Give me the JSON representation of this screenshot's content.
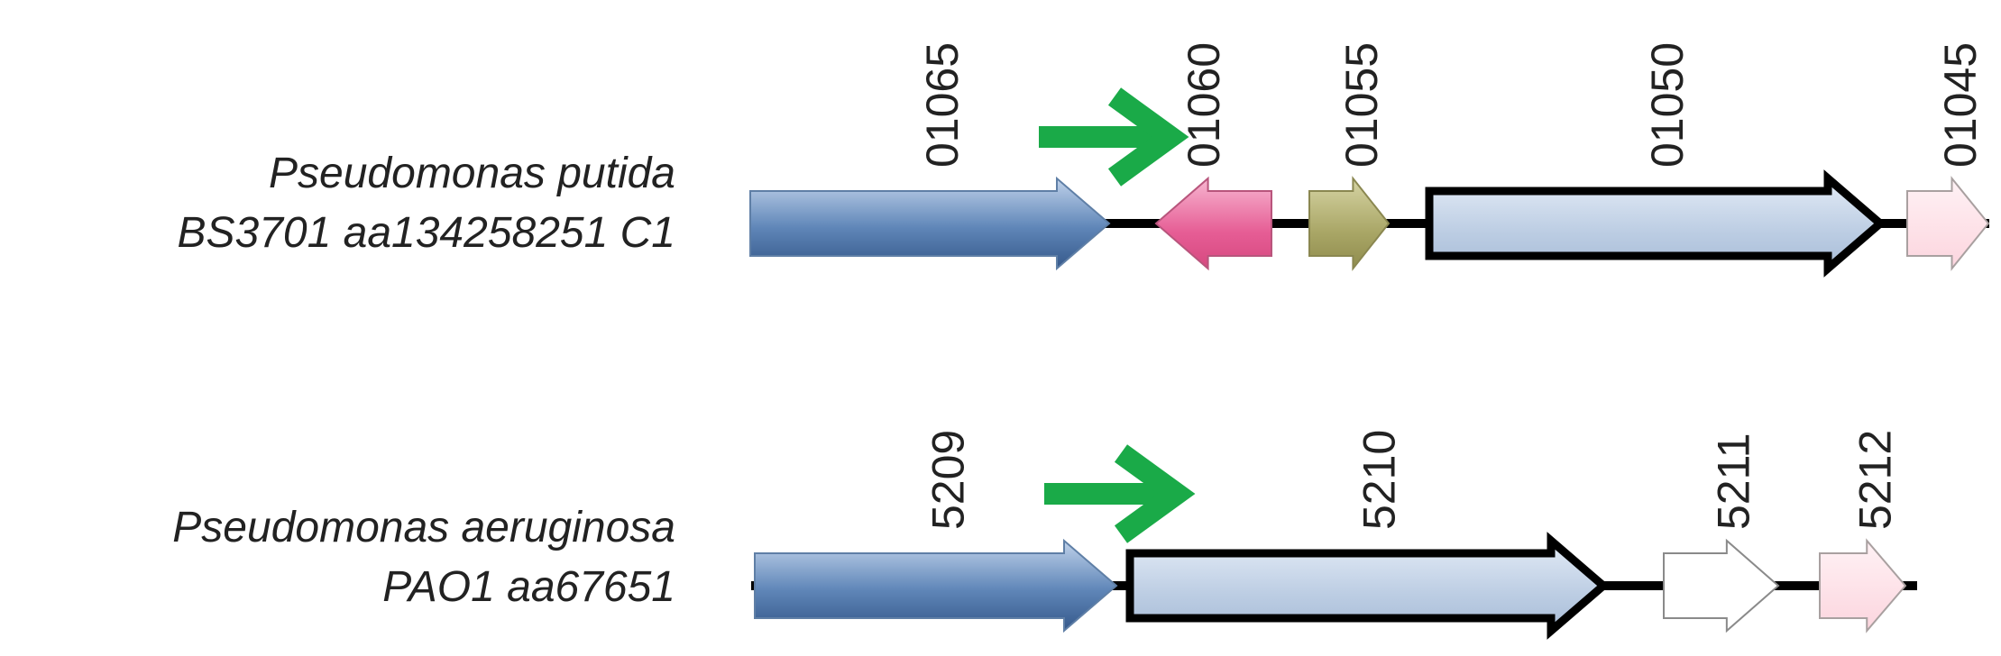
{
  "loci": [
    {
      "organism_line1": "Pseudomonas putida",
      "organism_line2": "BS3701 aa134258251 C1",
      "genes": [
        {
          "label": "01065",
          "fill": "blue-gradient",
          "direction": "right",
          "outline": "thin"
        },
        {
          "label": "01060",
          "fill": "pink-gradient",
          "direction": "left",
          "outline": "thin"
        },
        {
          "label": "01055",
          "fill": "olive-gradient",
          "direction": "right",
          "outline": "thin"
        },
        {
          "label": "01050",
          "fill": "light-blue-gradient",
          "direction": "right",
          "outline": "bold"
        },
        {
          "label": "01045",
          "fill": "pale-pink",
          "direction": "right",
          "outline": "thin"
        }
      ],
      "marker": {
        "icon": "green-arrow-icon",
        "color": "#1aaa48"
      }
    },
    {
      "organism_line1": "Pseudomonas aeruginosa",
      "organism_line2": "PAO1 aa67651",
      "genes": [
        {
          "label": "5209",
          "fill": "blue-gradient",
          "direction": "right",
          "outline": "thin"
        },
        {
          "label": "5210",
          "fill": "light-blue-gradient",
          "direction": "right",
          "outline": "bold"
        },
        {
          "label": "5211",
          "fill": "white",
          "direction": "right",
          "outline": "thin"
        },
        {
          "label": "5212",
          "fill": "pale-pink",
          "direction": "right",
          "outline": "thin"
        }
      ],
      "marker": {
        "icon": "green-arrow-icon",
        "color": "#1aaa48"
      }
    }
  ],
  "colors": {
    "backbone": "#000000",
    "label": "#222222",
    "marker": "#1aaa48"
  }
}
